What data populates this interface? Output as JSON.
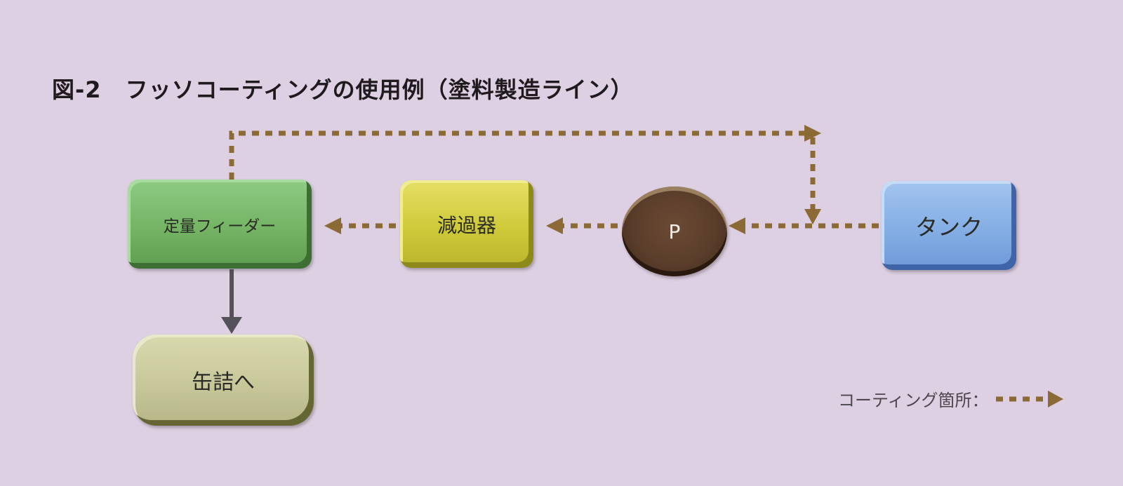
{
  "title": {
    "number": "図-2",
    "text": "フッソコーティングの使用例（塗料製造ライン）"
  },
  "nodes": {
    "feeder": "定量フィーダー",
    "filter": "減過器",
    "pump": "P",
    "tank": "タンク",
    "canning": "缶詰へ"
  },
  "legend": {
    "label": "コーティング箇所："
  },
  "colors": {
    "background": "#ddd0e2",
    "coating_line": "#8b6a36",
    "solid_line": "#545258",
    "feeder": "#74b464",
    "filter": "#cfca3a",
    "pump": "#5a3d2a",
    "tank": "#84aee4",
    "canning": "#c7c89a"
  }
}
